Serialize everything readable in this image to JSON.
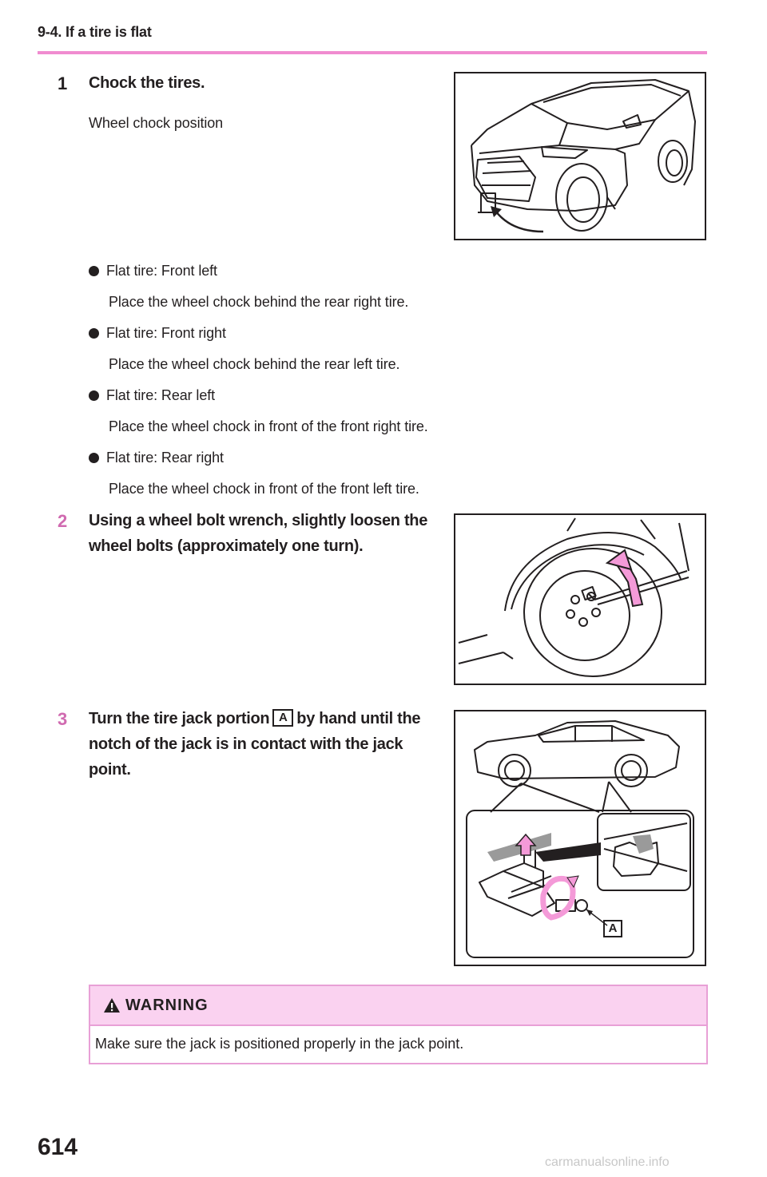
{
  "header": {
    "section": "9-4. If a tire is flat"
  },
  "steps": [
    {
      "number": "1",
      "title": "Chock the tires.",
      "subtitle": "Wheel chock position",
      "bullets": [
        {
          "label": "Flat tire: Front left",
          "detail": "Place the wheel chock behind the rear right tire."
        },
        {
          "label": "Flat tire: Front right",
          "detail": "Place the wheel chock behind the rear left tire."
        },
        {
          "label": "Flat tire: Rear left",
          "detail": "Place the wheel chock in front of the front right tire."
        },
        {
          "label": "Flat tire: Rear right",
          "detail": "Place the wheel chock in front of the front left tire."
        }
      ]
    },
    {
      "number": "2",
      "line1": "Using a wheel bolt wrench, slightly loosen the",
      "line2": "wheel bolts (approximately one turn)."
    },
    {
      "number": "3",
      "line1_before": "Turn the tire jack portion",
      "callout": "A",
      "line1_after": "by hand until the",
      "line2": "notch of the jack is in contact with the jack",
      "line3": "point.",
      "figure_callout": "A"
    }
  ],
  "warning": {
    "title": "WARNING",
    "text": "Make sure the jack is positioned properly in the jack point."
  },
  "footer": {
    "page_number": "614",
    "watermark": "carmanualsonline.info"
  },
  "colors": {
    "accent_pink": "#f08cd0",
    "warning_fill": "#fad2f0",
    "arrow_pink": "#f49ad8"
  },
  "icons": [
    "warning-triangle-icon",
    "bullet-dot-icon"
  ]
}
